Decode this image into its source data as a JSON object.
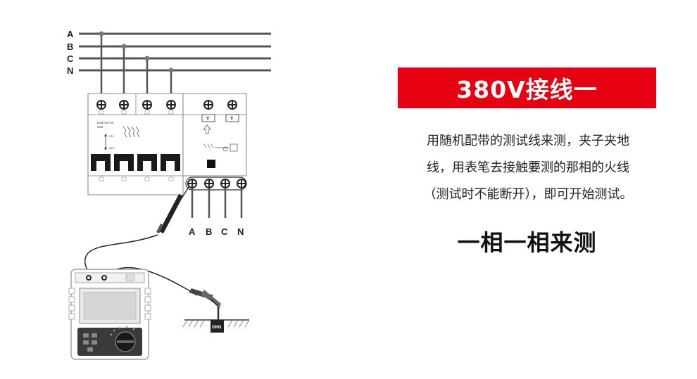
{
  "diagram": {
    "bus_labels": [
      "A",
      "B",
      "C",
      "N"
    ],
    "terminal_labels": [
      "A",
      "B",
      "C",
      "N"
    ],
    "breaker_text_1": "DZ47LE-40",
    "breaker_text_2": "C63",
    "on_label": "ON",
    "off_label": "OFF",
    "rcd_button_label": "T",
    "gnd_label": "GND"
  },
  "panel": {
    "title": "380V接线一",
    "desc_lines": [
      "用随机配带的测试线来测，夹子夹地",
      "线，用表笔去接触要测的那相的火线",
      "（测试时不能断开），即可开始测试。"
    ],
    "subtitle": "一相一相来测"
  },
  "colors": {
    "accent": "#e60012"
  }
}
